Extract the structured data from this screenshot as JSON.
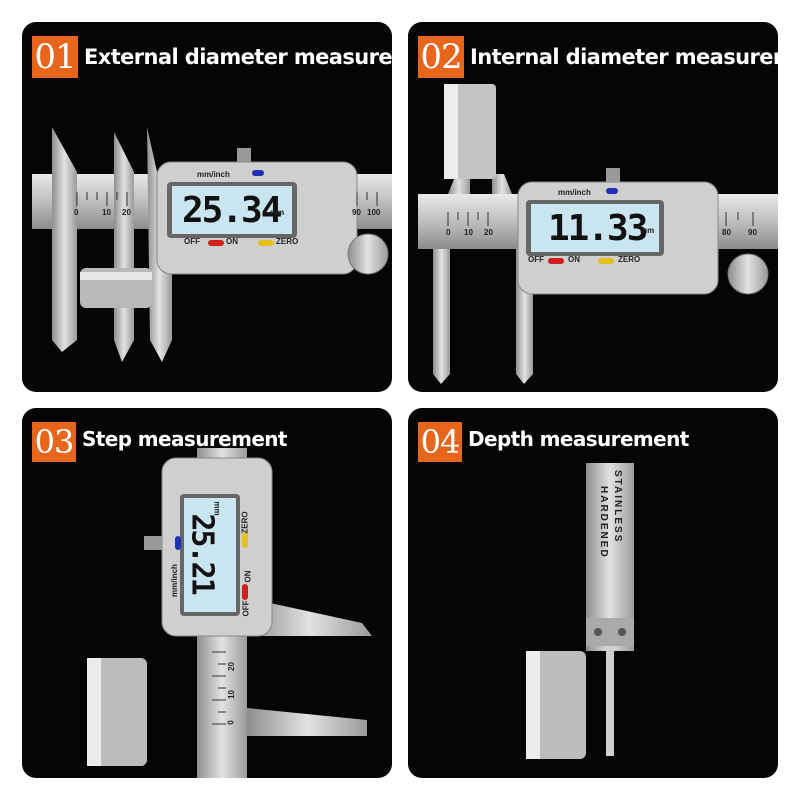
{
  "panels": [
    {
      "number": "01",
      "title": "External diameter measurement",
      "reading": "25.34",
      "unit": "mm",
      "unit_key": "mm/inch",
      "off_label": "OFF",
      "on_label": "ON",
      "zero_label": "ZERO",
      "scale_marks": [
        "0",
        "10",
        "20",
        "90",
        "100"
      ]
    },
    {
      "number": "02",
      "title": "Internal diameter measurement",
      "reading": "11.33",
      "unit": "mm",
      "unit_key": "mm/inch",
      "off_label": "OFF",
      "on_label": "ON",
      "zero_label": "ZERO",
      "scale_marks": [
        "0",
        "10",
        "20",
        "80",
        "90"
      ]
    },
    {
      "number": "03",
      "title": "Step measurement",
      "reading": "25.21",
      "unit": "mm",
      "unit_key": "mm/inch",
      "off_label": "OFF",
      "on_label": "ON",
      "zero_label": "ZERO",
      "scale_marks": [
        "0",
        "10",
        "20"
      ]
    },
    {
      "number": "04",
      "title": "Depth measurement",
      "stamp_line1": "STAINLESS",
      "stamp_line2": "HARDENED"
    }
  ],
  "colors": {
    "badge": "#e8661c",
    "panel_bg": "#050505",
    "button_off": "#d11f1f",
    "button_zero": "#e4c21e",
    "button_unit": "#2230b8"
  }
}
